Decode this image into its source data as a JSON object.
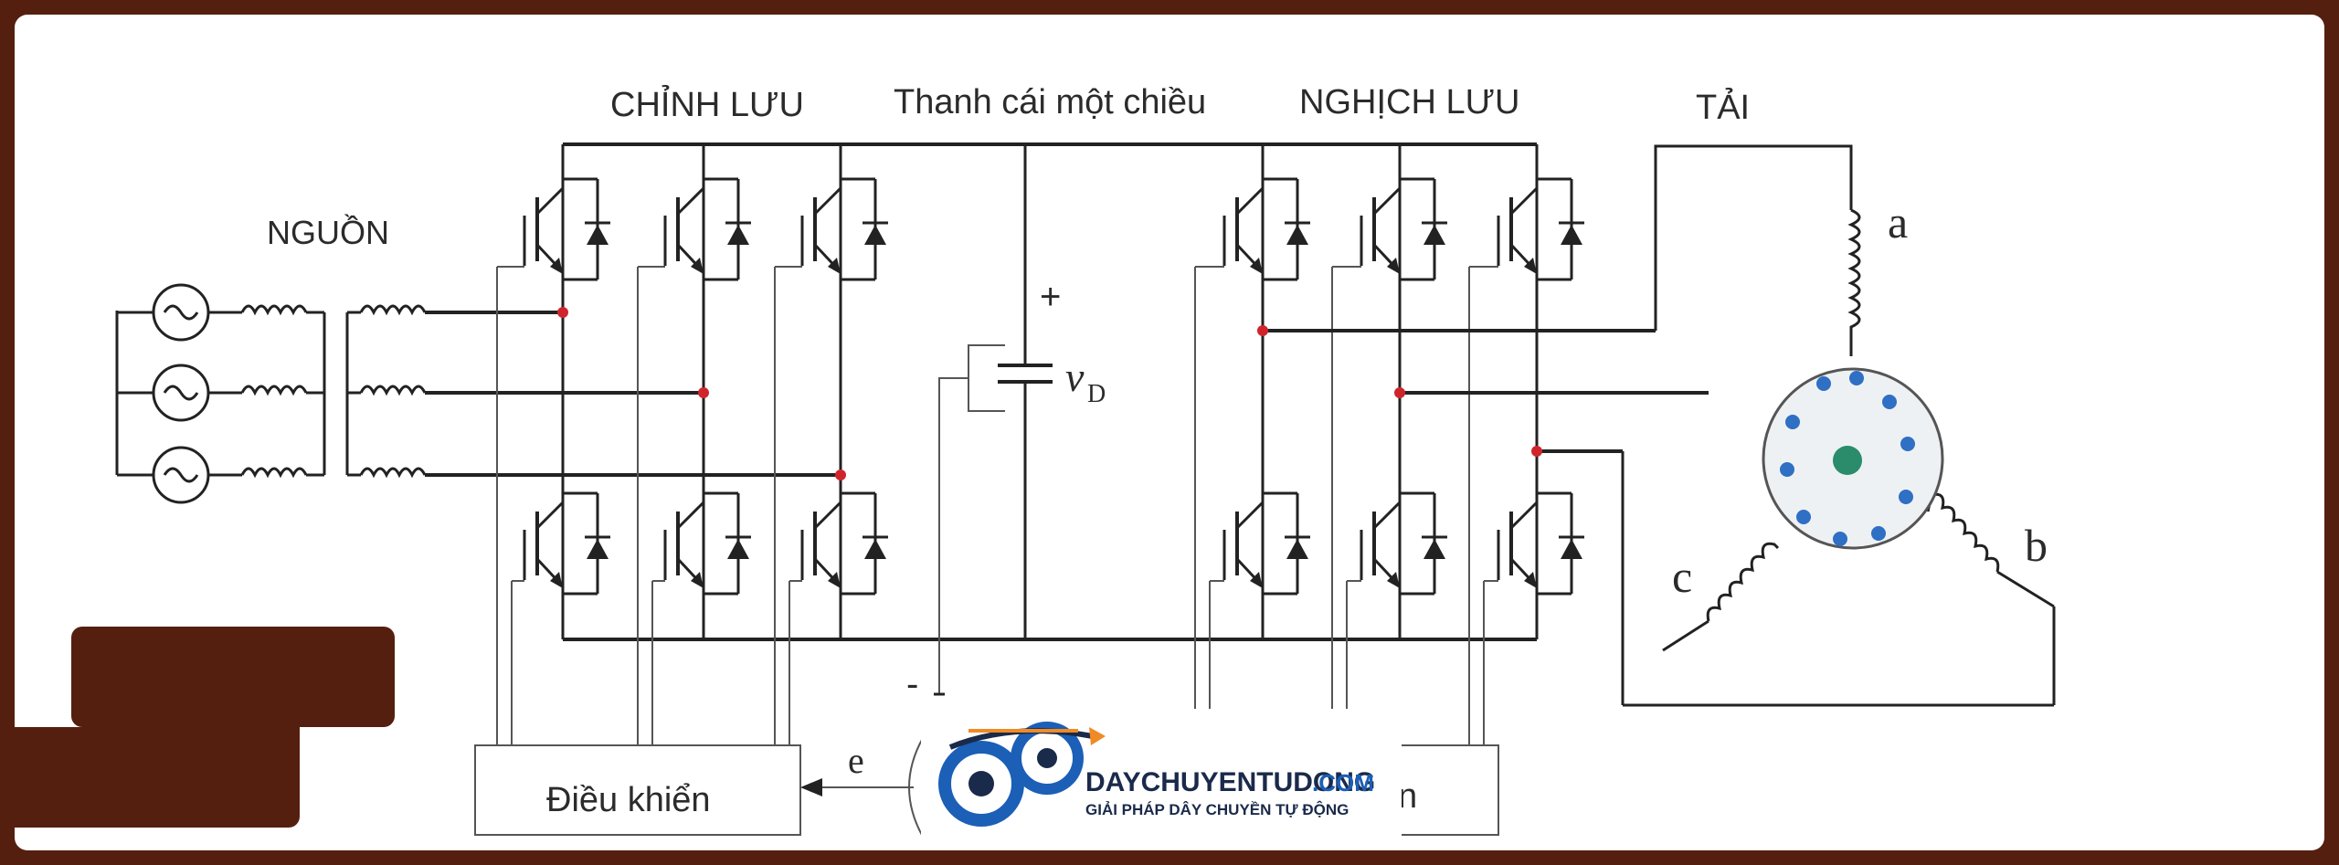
{
  "labels": {
    "source": "NGUỒN",
    "rectifier": "CHỈNH LƯU",
    "dc_bus": "Thanh cái một chiều",
    "inverter": "NGHỊCH LƯU",
    "load": "TẢI",
    "plus": "+",
    "minus": "-",
    "vd_main": "v",
    "vd_sub": "D",
    "phase_a": "a",
    "phase_b": "b",
    "phase_c": "c",
    "error": "e",
    "controller": "Điều khiển",
    "controller2_partial": "n"
  },
  "watermark": {
    "brand": "DAYCHUYENTUDONG",
    "domain": ".COM",
    "tagline": "GIẢI PHÁP DÂY CHUYỀN TỰ ĐỘNG"
  },
  "colors": {
    "frame": "#551f0f",
    "line": "#222222",
    "node": "#d0242c",
    "motor_center": "#2a8c6a",
    "motor_dots": "#2f6fc4",
    "logo_blue": "#1b5fb7",
    "logo_dark": "#1a2a4a",
    "logo_orange": "#f08a24"
  }
}
